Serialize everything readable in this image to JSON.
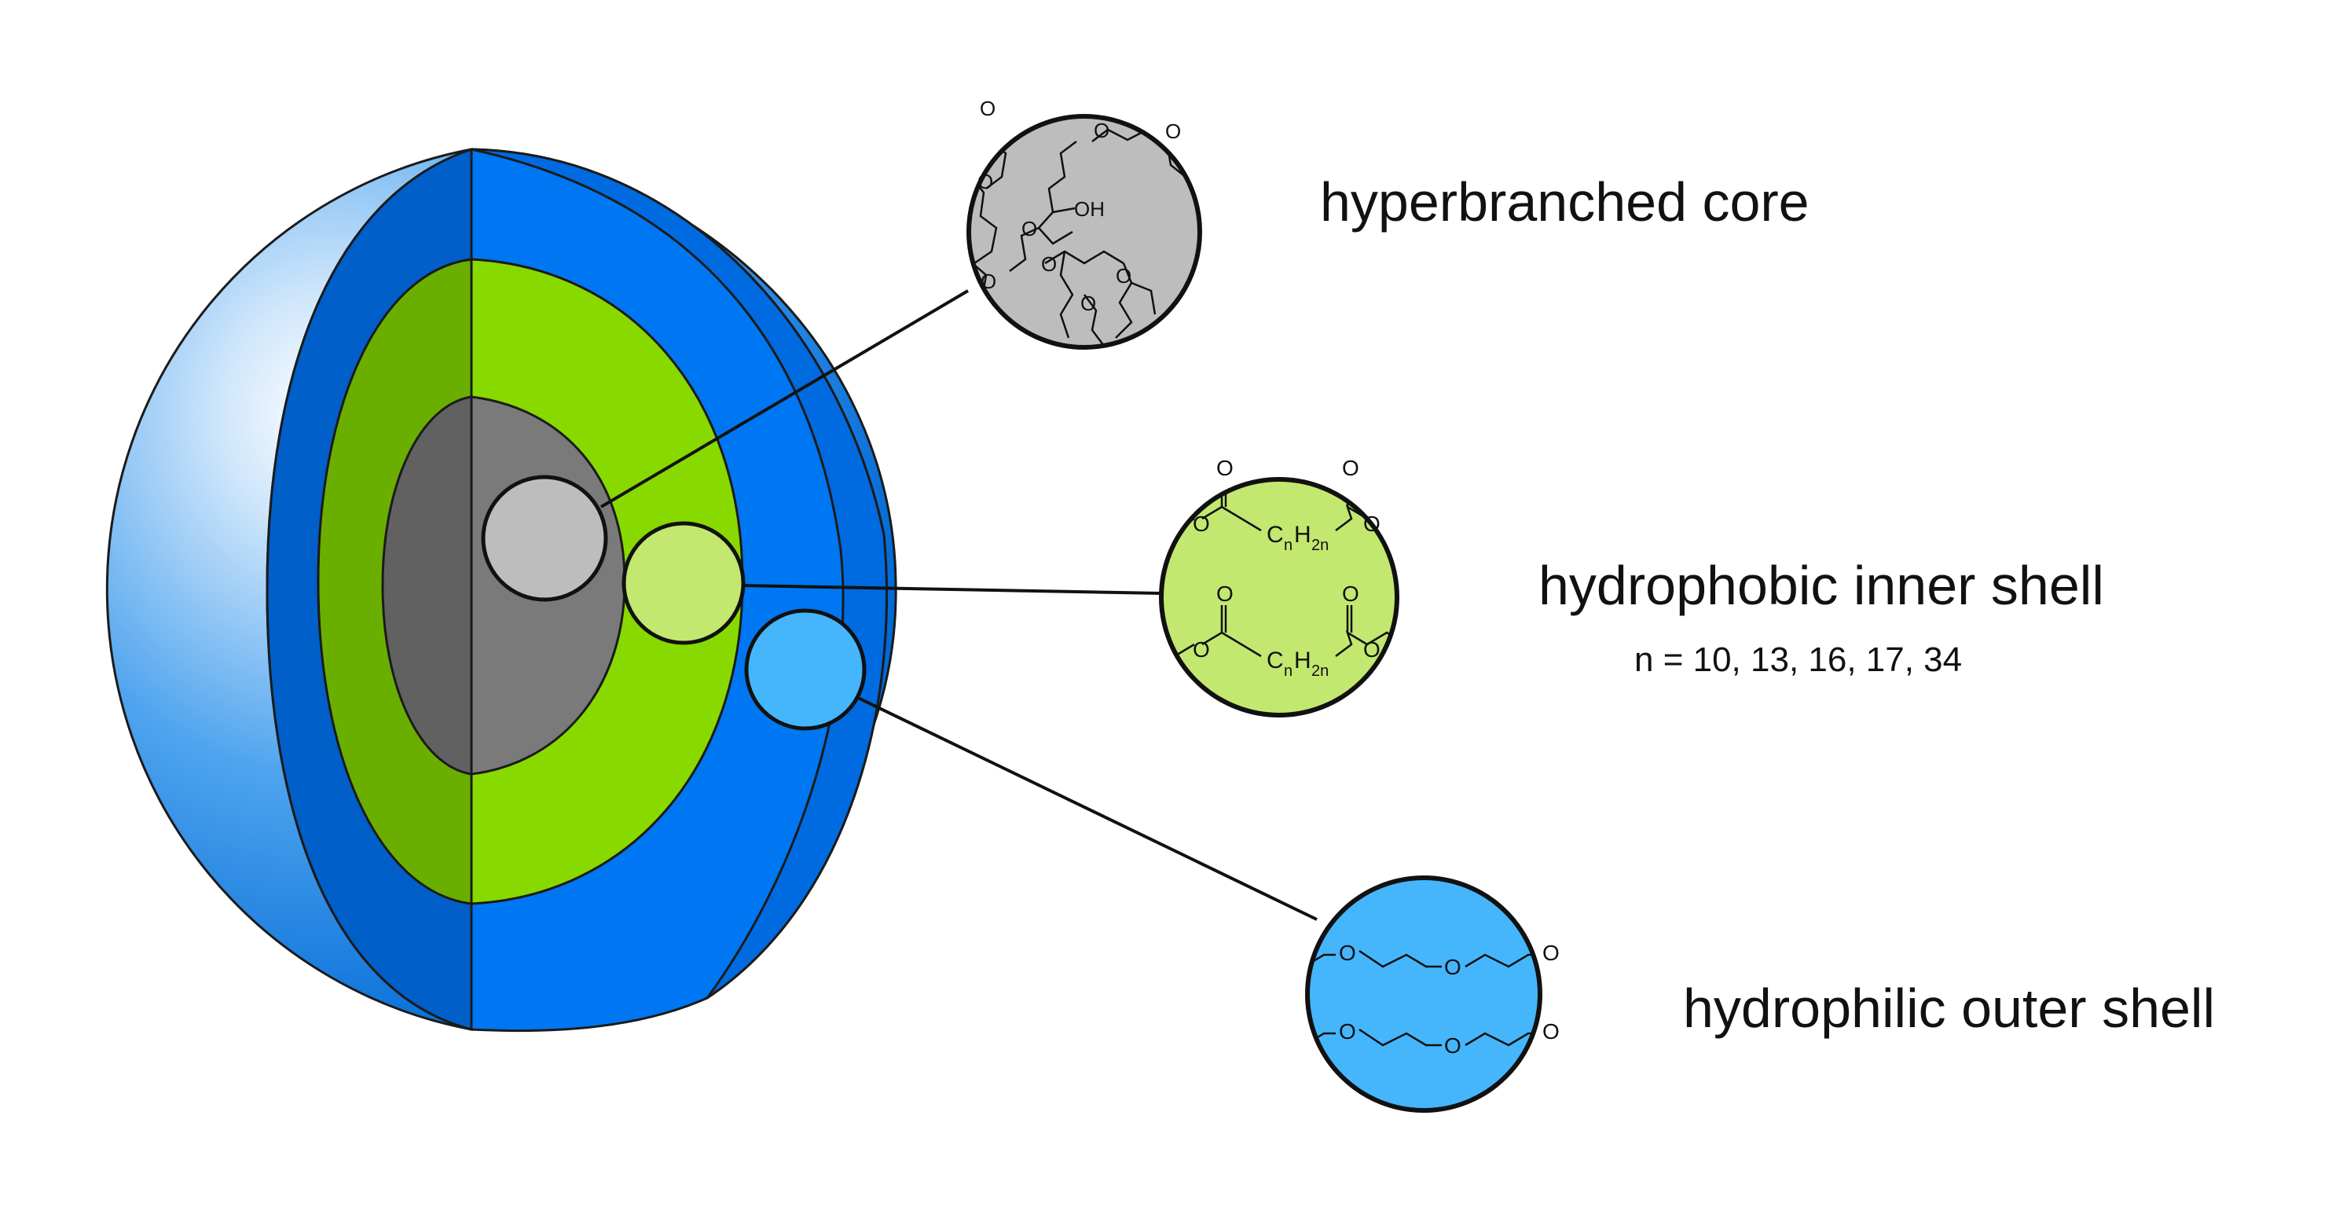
{
  "labels": {
    "core": "hyperbranched core",
    "inner": "hydrophobic inner shell",
    "inner_note": "n = 10, 13, 16, 17, 34",
    "outer": "hydrophilic outer shell"
  },
  "chem": {
    "oh": "OH",
    "o": "O",
    "c": "C",
    "h": "H",
    "sub_n": "n",
    "sub_2n": "2n"
  },
  "colors": {
    "outer_shell": "#0077F2",
    "outer_shell_dark": "#005FC8",
    "inner_shell": "#88D900",
    "inner_shell_dark": "#6AAF00",
    "core": "#7A7A7A",
    "core_dark": "#616161",
    "core_zoom": "#BDBDBD",
    "inner_zoom": "#C2E870",
    "outer_zoom": "#45B6FC"
  }
}
